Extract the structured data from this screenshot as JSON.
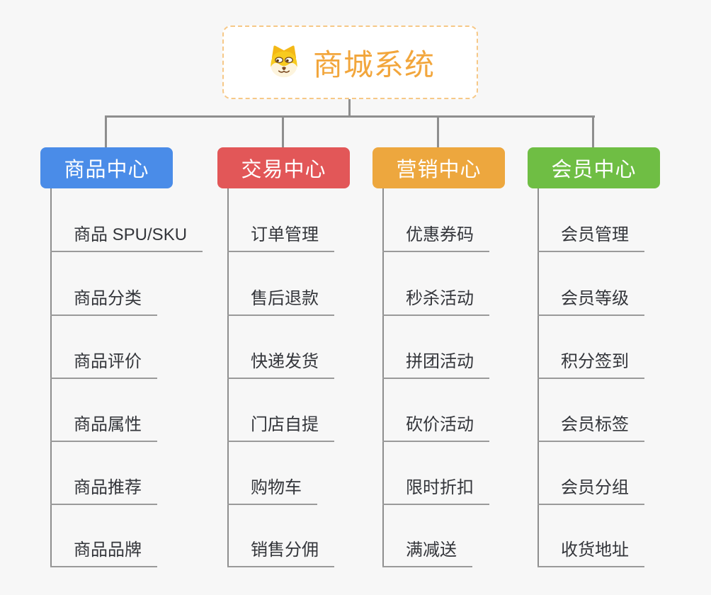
{
  "page": {
    "background_color": "#f7f7f7"
  },
  "root": {
    "title": "商城系统",
    "icon": "dog-face-icon",
    "title_color": "#f2a63c",
    "border_color": "#f6c887",
    "background_color": "#ffffff"
  },
  "connectors": {
    "line_color": "#8e8e8e",
    "underline_color": "#9a9a9a"
  },
  "branches": [
    {
      "label": "商品中心",
      "color": "#4a8ce8",
      "children": [
        "商品 SPU/SKU",
        "商品分类",
        "商品评价",
        "商品属性",
        "商品推荐",
        "商品品牌"
      ]
    },
    {
      "label": "交易中心",
      "color": "#e25758",
      "children": [
        "订单管理",
        "售后退款",
        "快递发货",
        "门店自提",
        "购物车",
        "销售分佣"
      ]
    },
    {
      "label": "营销中心",
      "color": "#eda73e",
      "children": [
        "优惠券码",
        "秒杀活动",
        "拼团活动",
        "砍价活动",
        "限时折扣",
        "满减送"
      ]
    },
    {
      "label": "会员中心",
      "color": "#6fbe44",
      "children": [
        "会员管理",
        "会员等级",
        "积分签到",
        "会员标签",
        "会员分组",
        "收货地址"
      ]
    }
  ]
}
